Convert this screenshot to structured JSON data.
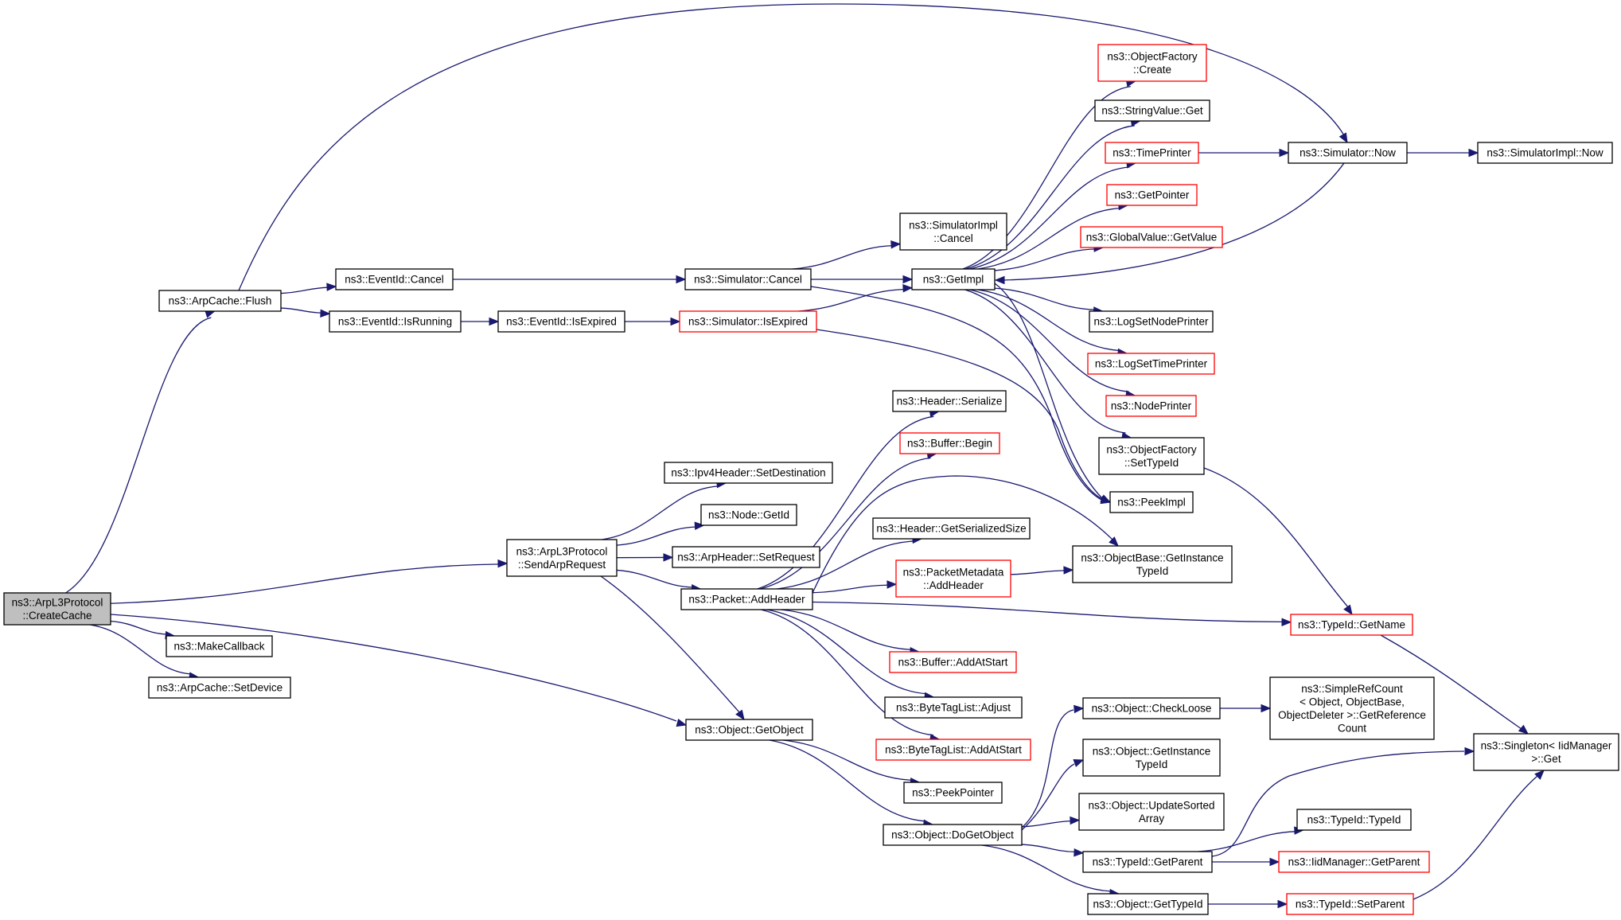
{
  "colors": {
    "edge": "#191970",
    "normal_border": "#000000",
    "truncated_border": "#ff0000",
    "root_fill": "#bfbfbf",
    "node_fill": "#ffffff"
  },
  "nodes": [
    {
      "id": "createcache",
      "lines": [
        "ns3::ArpL3Protocol",
        "::CreateCache"
      ],
      "kind": "root"
    },
    {
      "id": "flush",
      "lines": [
        "ns3::ArpCache::Flush"
      ],
      "kind": "normal"
    },
    {
      "id": "makecallback",
      "lines": [
        "ns3::MakeCallback"
      ],
      "kind": "normal"
    },
    {
      "id": "setdevice",
      "lines": [
        "ns3::ArpCache::SetDevice"
      ],
      "kind": "normal"
    },
    {
      "id": "sendarp",
      "lines": [
        "ns3::ArpL3Protocol",
        "::SendArpRequest"
      ],
      "kind": "normal"
    },
    {
      "id": "getobject",
      "lines": [
        "ns3::Object::GetObject"
      ],
      "kind": "normal"
    },
    {
      "id": "eventcancel",
      "lines": [
        "ns3::EventId::Cancel"
      ],
      "kind": "normal"
    },
    {
      "id": "isrunning",
      "lines": [
        "ns3::EventId::IsRunning"
      ],
      "kind": "normal"
    },
    {
      "id": "isexpired",
      "lines": [
        "ns3::EventId::IsExpired"
      ],
      "kind": "normal"
    },
    {
      "id": "simcancel",
      "lines": [
        "ns3::Simulator::Cancel"
      ],
      "kind": "normal"
    },
    {
      "id": "simisexpired",
      "lines": [
        "ns3::Simulator::IsExpired"
      ],
      "kind": "truncated"
    },
    {
      "id": "simimplcancel",
      "lines": [
        "ns3::SimulatorImpl",
        "::Cancel"
      ],
      "kind": "normal"
    },
    {
      "id": "getimpl",
      "lines": [
        "ns3::GetImpl"
      ],
      "kind": "normal"
    },
    {
      "id": "ofcreate",
      "lines": [
        "ns3::ObjectFactory",
        "::Create"
      ],
      "kind": "truncated"
    },
    {
      "id": "stringvalue",
      "lines": [
        "ns3::StringValue::Get"
      ],
      "kind": "normal"
    },
    {
      "id": "timeprinter",
      "lines": [
        "ns3::TimePrinter"
      ],
      "kind": "truncated"
    },
    {
      "id": "getpointer",
      "lines": [
        "ns3::GetPointer"
      ],
      "kind": "truncated"
    },
    {
      "id": "globalvalue",
      "lines": [
        "ns3::GlobalValue::GetValue"
      ],
      "kind": "truncated"
    },
    {
      "id": "logsetnode",
      "lines": [
        "ns3::LogSetNodePrinter"
      ],
      "kind": "normal"
    },
    {
      "id": "logsettime",
      "lines": [
        "ns3::LogSetTimePrinter"
      ],
      "kind": "truncated"
    },
    {
      "id": "nodeprinter",
      "lines": [
        "ns3::NodePrinter"
      ],
      "kind": "truncated"
    },
    {
      "id": "ofsettypeid",
      "lines": [
        "ns3::ObjectFactory",
        "::SetTypeId"
      ],
      "kind": "normal"
    },
    {
      "id": "peekimpl",
      "lines": [
        "ns3::PeekImpl"
      ],
      "kind": "normal"
    },
    {
      "id": "simnow",
      "lines": [
        "ns3::Simulator::Now"
      ],
      "kind": "normal"
    },
    {
      "id": "simimplnow",
      "lines": [
        "ns3::SimulatorImpl::Now"
      ],
      "kind": "normal"
    },
    {
      "id": "ipv4setdest",
      "lines": [
        "ns3::Ipv4Header::SetDestination"
      ],
      "kind": "normal"
    },
    {
      "id": "nodegetid",
      "lines": [
        "ns3::Node::GetId"
      ],
      "kind": "normal"
    },
    {
      "id": "arpsetreq",
      "lines": [
        "ns3::ArpHeader::SetRequest"
      ],
      "kind": "normal"
    },
    {
      "id": "addheader",
      "lines": [
        "ns3::Packet::AddHeader"
      ],
      "kind": "normal"
    },
    {
      "id": "headerserialize",
      "lines": [
        "ns3::Header::Serialize"
      ],
      "kind": "normal"
    },
    {
      "id": "bufferbegin",
      "lines": [
        "ns3::Buffer::Begin"
      ],
      "kind": "truncated"
    },
    {
      "id": "headergss",
      "lines": [
        "ns3::Header::GetSerializedSize"
      ],
      "kind": "normal"
    },
    {
      "id": "pmaddheader",
      "lines": [
        "ns3::PacketMetadata",
        "::AddHeader"
      ],
      "kind": "truncated"
    },
    {
      "id": "obgetinst",
      "lines": [
        "ns3::ObjectBase::GetInstance",
        "TypeId"
      ],
      "kind": "normal"
    },
    {
      "id": "typeidgetname",
      "lines": [
        "ns3::TypeId::GetName"
      ],
      "kind": "truncated"
    },
    {
      "id": "bufaddatstart",
      "lines": [
        "ns3::Buffer::AddAtStart"
      ],
      "kind": "truncated"
    },
    {
      "id": "btladjust",
      "lines": [
        "ns3::ByteTagList::Adjust"
      ],
      "kind": "normal"
    },
    {
      "id": "btladdatstart",
      "lines": [
        "ns3::ByteTagList::AddAtStart"
      ],
      "kind": "truncated"
    },
    {
      "id": "peekpointer",
      "lines": [
        "ns3::PeekPointer"
      ],
      "kind": "normal"
    },
    {
      "id": "dogetobject",
      "lines": [
        "ns3::Object::DoGetObject"
      ],
      "kind": "normal"
    },
    {
      "id": "checkloose",
      "lines": [
        "ns3::Object::CheckLoose"
      ],
      "kind": "normal"
    },
    {
      "id": "simplerefcount",
      "lines": [
        "ns3::SimpleRefCount",
        "< Object, ObjectBase,",
        " ObjectDeleter >::GetReference",
        "Count"
      ],
      "kind": "normal"
    },
    {
      "id": "objgetinst",
      "lines": [
        "ns3::Object::GetInstance",
        "TypeId"
      ],
      "kind": "normal"
    },
    {
      "id": "updatesorted",
      "lines": [
        "ns3::Object::UpdateSorted",
        "Array"
      ],
      "kind": "normal"
    },
    {
      "id": "typeidgetparent",
      "lines": [
        "ns3::TypeId::GetParent"
      ],
      "kind": "normal"
    },
    {
      "id": "objgettypeid",
      "lines": [
        "ns3::Object::GetTypeId"
      ],
      "kind": "normal"
    },
    {
      "id": "singletonget",
      "lines": [
        "ns3::Singleton< IidManager",
        " >::Get"
      ],
      "kind": "normal"
    },
    {
      "id": "typeidtypeid",
      "lines": [
        "ns3::TypeId::TypeId"
      ],
      "kind": "normal"
    },
    {
      "id": "iidgetparent",
      "lines": [
        "ns3::IidManager::GetParent"
      ],
      "kind": "truncated"
    },
    {
      "id": "typeidsetparent",
      "lines": [
        "ns3::TypeId::SetParent"
      ],
      "kind": "truncated"
    }
  ],
  "edges": [
    [
      "createcache",
      "flush"
    ],
    [
      "createcache",
      "makecallback"
    ],
    [
      "createcache",
      "setdevice"
    ],
    [
      "createcache",
      "sendarp"
    ],
    [
      "createcache",
      "getobject"
    ],
    [
      "flush",
      "eventcancel"
    ],
    [
      "flush",
      "isrunning"
    ],
    [
      "flush",
      "simnow"
    ],
    [
      "eventcancel",
      "simcancel"
    ],
    [
      "isrunning",
      "isexpired"
    ],
    [
      "isexpired",
      "simisexpired"
    ],
    [
      "simcancel",
      "simimplcancel"
    ],
    [
      "simcancel",
      "getimpl"
    ],
    [
      "simcancel",
      "peekimpl"
    ],
    [
      "simisexpired",
      "getimpl"
    ],
    [
      "simisexpired",
      "peekimpl"
    ],
    [
      "getimpl",
      "ofcreate"
    ],
    [
      "getimpl",
      "stringvalue"
    ],
    [
      "getimpl",
      "timeprinter"
    ],
    [
      "getimpl",
      "getpointer"
    ],
    [
      "getimpl",
      "globalvalue"
    ],
    [
      "getimpl",
      "logsetnode"
    ],
    [
      "getimpl",
      "logsettime"
    ],
    [
      "getimpl",
      "nodeprinter"
    ],
    [
      "getimpl",
      "ofsettypeid"
    ],
    [
      "getimpl",
      "peekimpl"
    ],
    [
      "timeprinter",
      "simnow"
    ],
    [
      "simnow",
      "simimplnow"
    ],
    [
      "simnow",
      "getimpl"
    ],
    [
      "ofsettypeid",
      "typeidgetname"
    ],
    [
      "sendarp",
      "ipv4setdest"
    ],
    [
      "sendarp",
      "nodegetid"
    ],
    [
      "sendarp",
      "arpsetreq"
    ],
    [
      "sendarp",
      "addheader"
    ],
    [
      "sendarp",
      "getobject"
    ],
    [
      "addheader",
      "headerserialize"
    ],
    [
      "addheader",
      "bufferbegin"
    ],
    [
      "addheader",
      "obgetinst"
    ],
    [
      "addheader",
      "headergss"
    ],
    [
      "addheader",
      "pmaddheader"
    ],
    [
      "addheader",
      "typeidgetname"
    ],
    [
      "addheader",
      "bufaddatstart"
    ],
    [
      "addheader",
      "btladjust"
    ],
    [
      "addheader",
      "btladdatstart"
    ],
    [
      "pmaddheader",
      "obgetinst"
    ],
    [
      "getobject",
      "peekpointer"
    ],
    [
      "getobject",
      "dogetobject"
    ],
    [
      "dogetobject",
      "checkloose"
    ],
    [
      "dogetobject",
      "objgetinst"
    ],
    [
      "dogetobject",
      "updatesorted"
    ],
    [
      "dogetobject",
      "typeidgetparent"
    ],
    [
      "dogetobject",
      "objgettypeid"
    ],
    [
      "checkloose",
      "simplerefcount"
    ],
    [
      "typeidgetparent",
      "singletonget"
    ],
    [
      "typeidgetparent",
      "typeidtypeid"
    ],
    [
      "typeidgetparent",
      "iidgetparent"
    ],
    [
      "objgettypeid",
      "typeidsetparent"
    ],
    [
      "typeidsetparent",
      "singletonget"
    ],
    [
      "typeidgetname",
      "singletonget"
    ]
  ]
}
